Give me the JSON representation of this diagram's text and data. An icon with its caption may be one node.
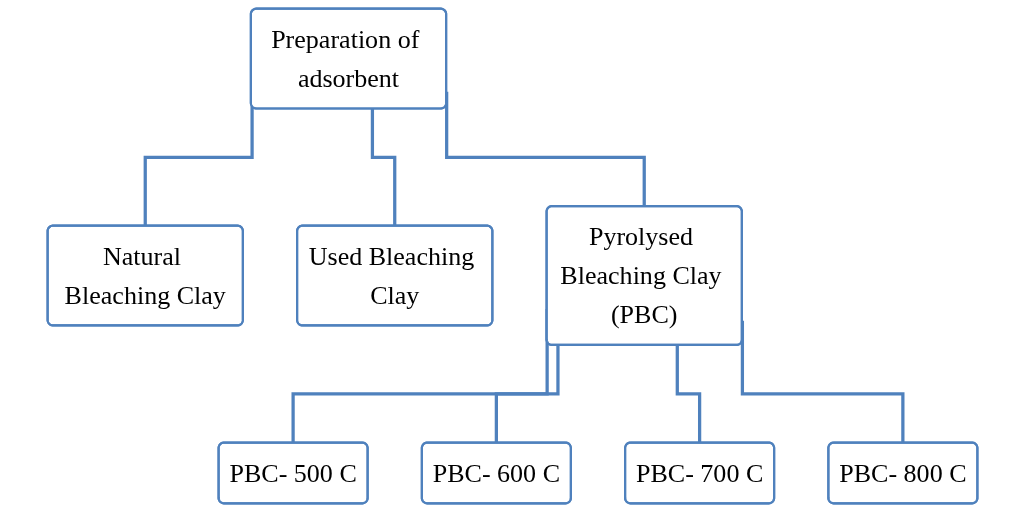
{
  "diagram": {
    "nodes": [
      {
        "text": [
          "Preparation of adsorbent"
        ]
      },
      {
        "text": [
          "Natural Bleaching Clay"
        ]
      },
      {
        "text": [
          "Used Bleaching Clay"
        ]
      },
      {
        "text": [
          "Pyrolysed Bleaching Clay (PBC)"
        ]
      },
      {
        "text": [
          "PBC- 500 C"
        ]
      },
      {
        "text": [
          "PBC- 600 C"
        ]
      },
      {
        "text": [
          "PBC- 700 C"
        ]
      },
      {
        "text": [
          "PBC- 800 C"
        ]
      }
    ],
    "edges": [
      {
        "from": 0,
        "to": 1,
        "arrow": "none"
      },
      {
        "from": 0,
        "to": 2,
        "arrow": "none"
      },
      {
        "from": 0,
        "to": 3,
        "arrow": "none"
      },
      {
        "from": 3,
        "to": 4,
        "arrow": "none"
      },
      {
        "from": 3,
        "to": 5,
        "arrow": "none"
      },
      {
        "from": 3,
        "to": 6,
        "arrow": "none"
      },
      {
        "from": 3,
        "to": 7,
        "arrow": "none"
      }
    ]
  }
}
